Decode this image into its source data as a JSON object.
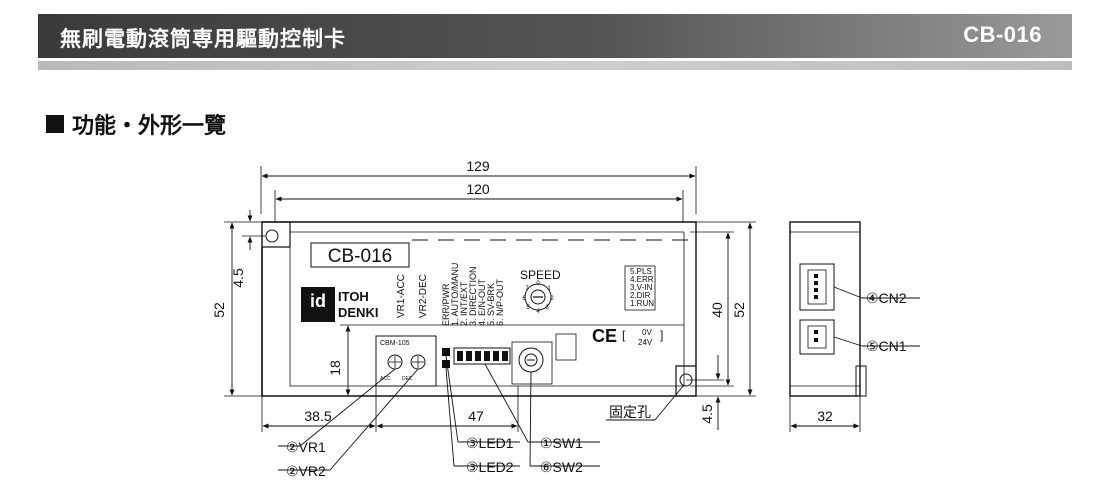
{
  "header": {
    "title": "無刷電動滾筒専用驅動控制卡",
    "model": "CB-016"
  },
  "section": {
    "title": "功能・外形一覽"
  },
  "dimensions": {
    "overall_length": "129",
    "inner_length": "120",
    "height_left": "52",
    "hole_offset_top": "4.5",
    "height_bottom_section": "18",
    "inner_height": "40",
    "height_right": "52",
    "hole_offset_bottom": "4.5",
    "left_offset": "38.5",
    "connector_span": "47",
    "side_width": "32"
  },
  "board": {
    "label": "CB-016",
    "logo_mark": "id",
    "logo_line1": "ITOH",
    "logo_line2": "DENKI",
    "vr1_text": "VR1-ACC",
    "vr2_text": "VR2-DEC",
    "dip_labels": [
      "ERR/PWR",
      "1. AUTO/MANU",
      "2. INT/EXT",
      "3. DIRECTION",
      "4. E/N-OUT",
      "5. SV-BRK",
      "6. N/P-OUT"
    ],
    "speed_label": "SPEED",
    "status_labels": [
      "5.PLS",
      "4.ERR",
      "3.V-IN",
      "2.DIR",
      "1.RUN"
    ],
    "ce_mark": "CE",
    "voltage_0": "0V",
    "voltage_24": "24V",
    "module_label": "CBM-105"
  },
  "callouts": {
    "vr1": "②VR1",
    "vr2": "②VR2",
    "led1": "③LED1",
    "led2": "③LED2",
    "sw1": "①SW1",
    "sw2": "⑥SW2",
    "cn2": "④CN2",
    "cn1": "⑤CN1",
    "fixing_hole": "固定孔"
  }
}
